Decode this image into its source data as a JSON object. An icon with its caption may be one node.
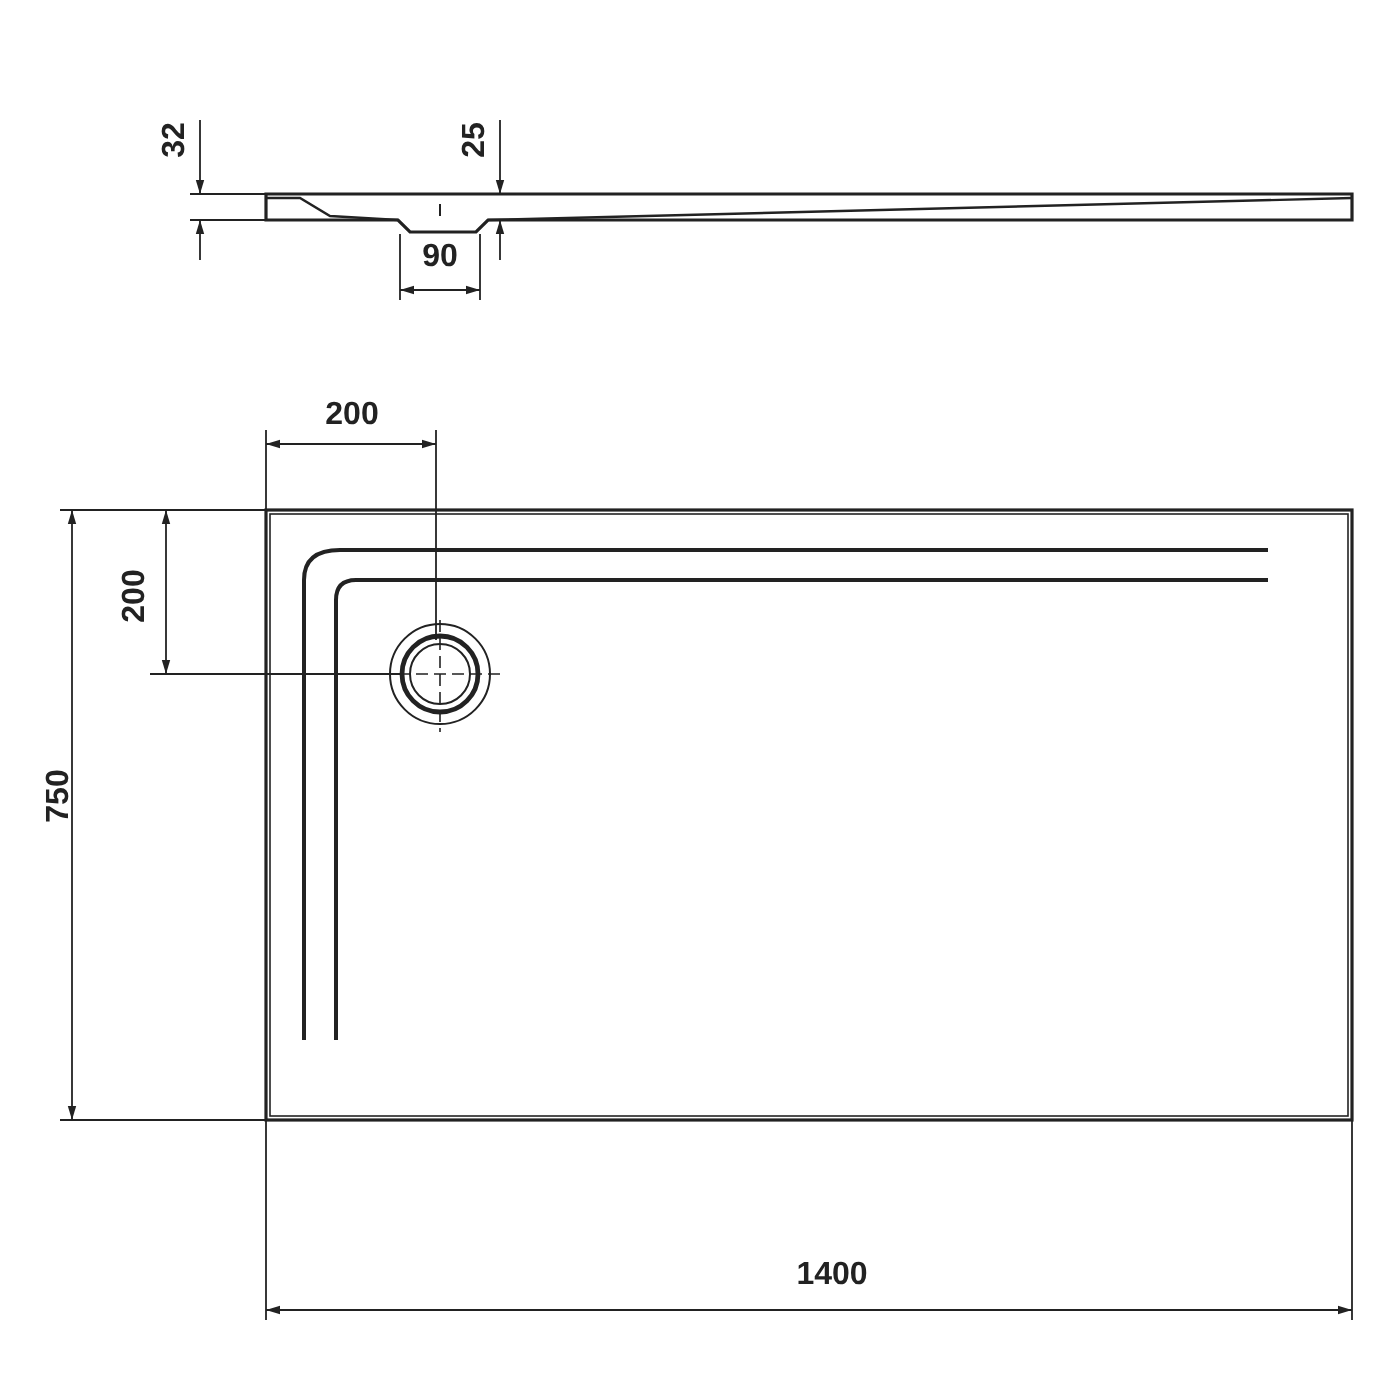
{
  "diagram": {
    "labels": [
      "32",
      "25",
      "90",
      "200",
      "200",
      "750",
      "1400"
    ]
  }
}
